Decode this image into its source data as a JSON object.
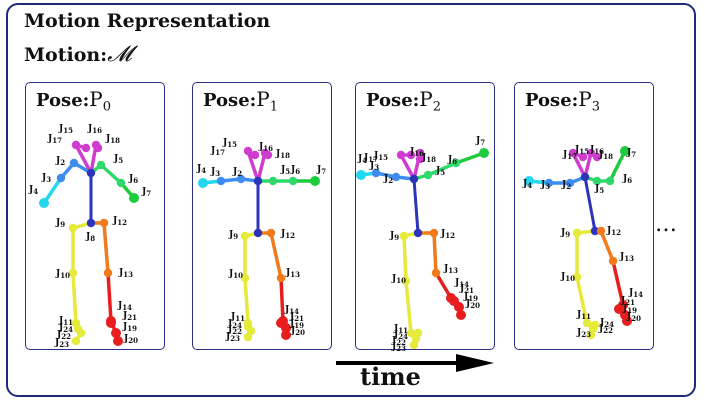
{
  "title": "Motion Representation",
  "motion_label": "Motion:",
  "motion_symbol": "𝓜",
  "pose_label": "Pose:",
  "pose_symbol": "P",
  "poses": [
    {
      "subscript": "0"
    },
    {
      "subscript": "1"
    },
    {
      "subscript": "2"
    },
    {
      "subscript": "3"
    }
  ],
  "ellipsis": "…",
  "time_label": "time",
  "joint_prefix": "J",
  "colors": {
    "frame": "#1f2a78",
    "spine": "#2a35b8",
    "right_arm": "#3f8cf0",
    "right_hand": "#22d7f0",
    "left_arm": "#2fd86a",
    "left_hand": "#1ccc3c",
    "head": "#d03cd0",
    "right_leg": "#e6ea3a",
    "left_leg_upper": "#f07a1c",
    "left_leg_lower": "#e81e1e"
  }
}
